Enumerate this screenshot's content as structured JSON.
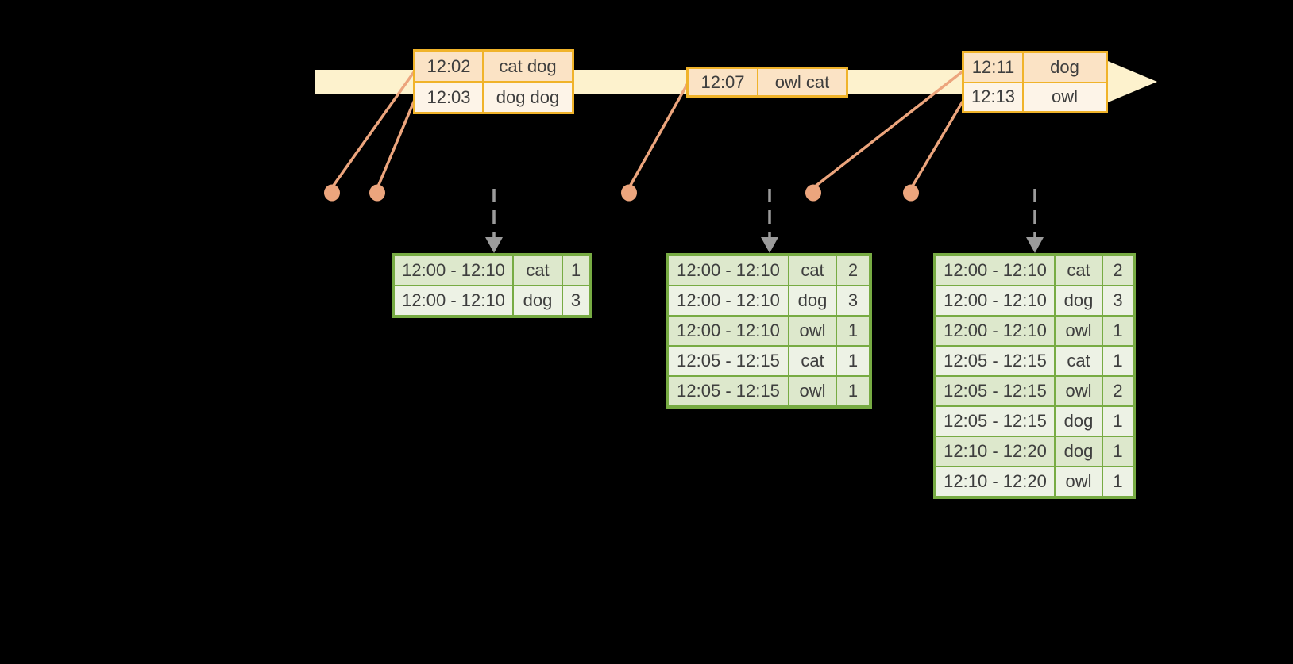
{
  "timeline": {
    "event_tables": [
      {
        "rows": [
          {
            "time": "12:02",
            "words": "cat dog"
          },
          {
            "time": "12:03",
            "words": "dog dog"
          }
        ]
      },
      {
        "rows": [
          {
            "time": "12:07",
            "words": "owl cat"
          }
        ]
      },
      {
        "rows": [
          {
            "time": "12:11",
            "words": "dog"
          },
          {
            "time": "12:13",
            "words": "owl"
          }
        ]
      }
    ]
  },
  "result_tables": [
    {
      "rows": [
        {
          "window": "12:00 - 12:10",
          "word": "cat",
          "count": "1"
        },
        {
          "window": "12:00 - 12:10",
          "word": "dog",
          "count": "3"
        }
      ]
    },
    {
      "rows": [
        {
          "window": "12:00 - 12:10",
          "word": "cat",
          "count": "2"
        },
        {
          "window": "12:00 - 12:10",
          "word": "dog",
          "count": "3"
        },
        {
          "window": "12:00 - 12:10",
          "word": "owl",
          "count": "1"
        },
        {
          "window": "12:05 - 12:15",
          "word": "cat",
          "count": "1"
        },
        {
          "window": "12:05 - 12:15",
          "word": "owl",
          "count": "1"
        }
      ]
    },
    {
      "rows": [
        {
          "window": "12:00 - 12:10",
          "word": "cat",
          "count": "2"
        },
        {
          "window": "12:00 - 12:10",
          "word": "dog",
          "count": "3"
        },
        {
          "window": "12:00 - 12:10",
          "word": "owl",
          "count": "1"
        },
        {
          "window": "12:05 - 12:15",
          "word": "cat",
          "count": "1"
        },
        {
          "window": "12:05 - 12:15",
          "word": "owl",
          "count": "2"
        },
        {
          "window": "12:05 - 12:15",
          "word": "dog",
          "count": "1"
        },
        {
          "window": "12:10 - 12:20",
          "word": "dog",
          "count": "1"
        },
        {
          "window": "12:10 - 12:20",
          "word": "owl",
          "count": "1"
        }
      ]
    }
  ],
  "colors": {
    "background": "#000000",
    "timeline_band": "#fdf2cd",
    "event_border": "#f0b32a",
    "event_row_dark": "#fbe3c5",
    "event_row_light": "#fdf4e8",
    "connector_salmon": "#eca57d",
    "result_border": "#77ab43",
    "result_row_dark": "#dde8cc",
    "result_row_light": "#edf2e5",
    "trigger_arrow_gray": "#9b9b9b",
    "text": "#3e3e3e"
  }
}
